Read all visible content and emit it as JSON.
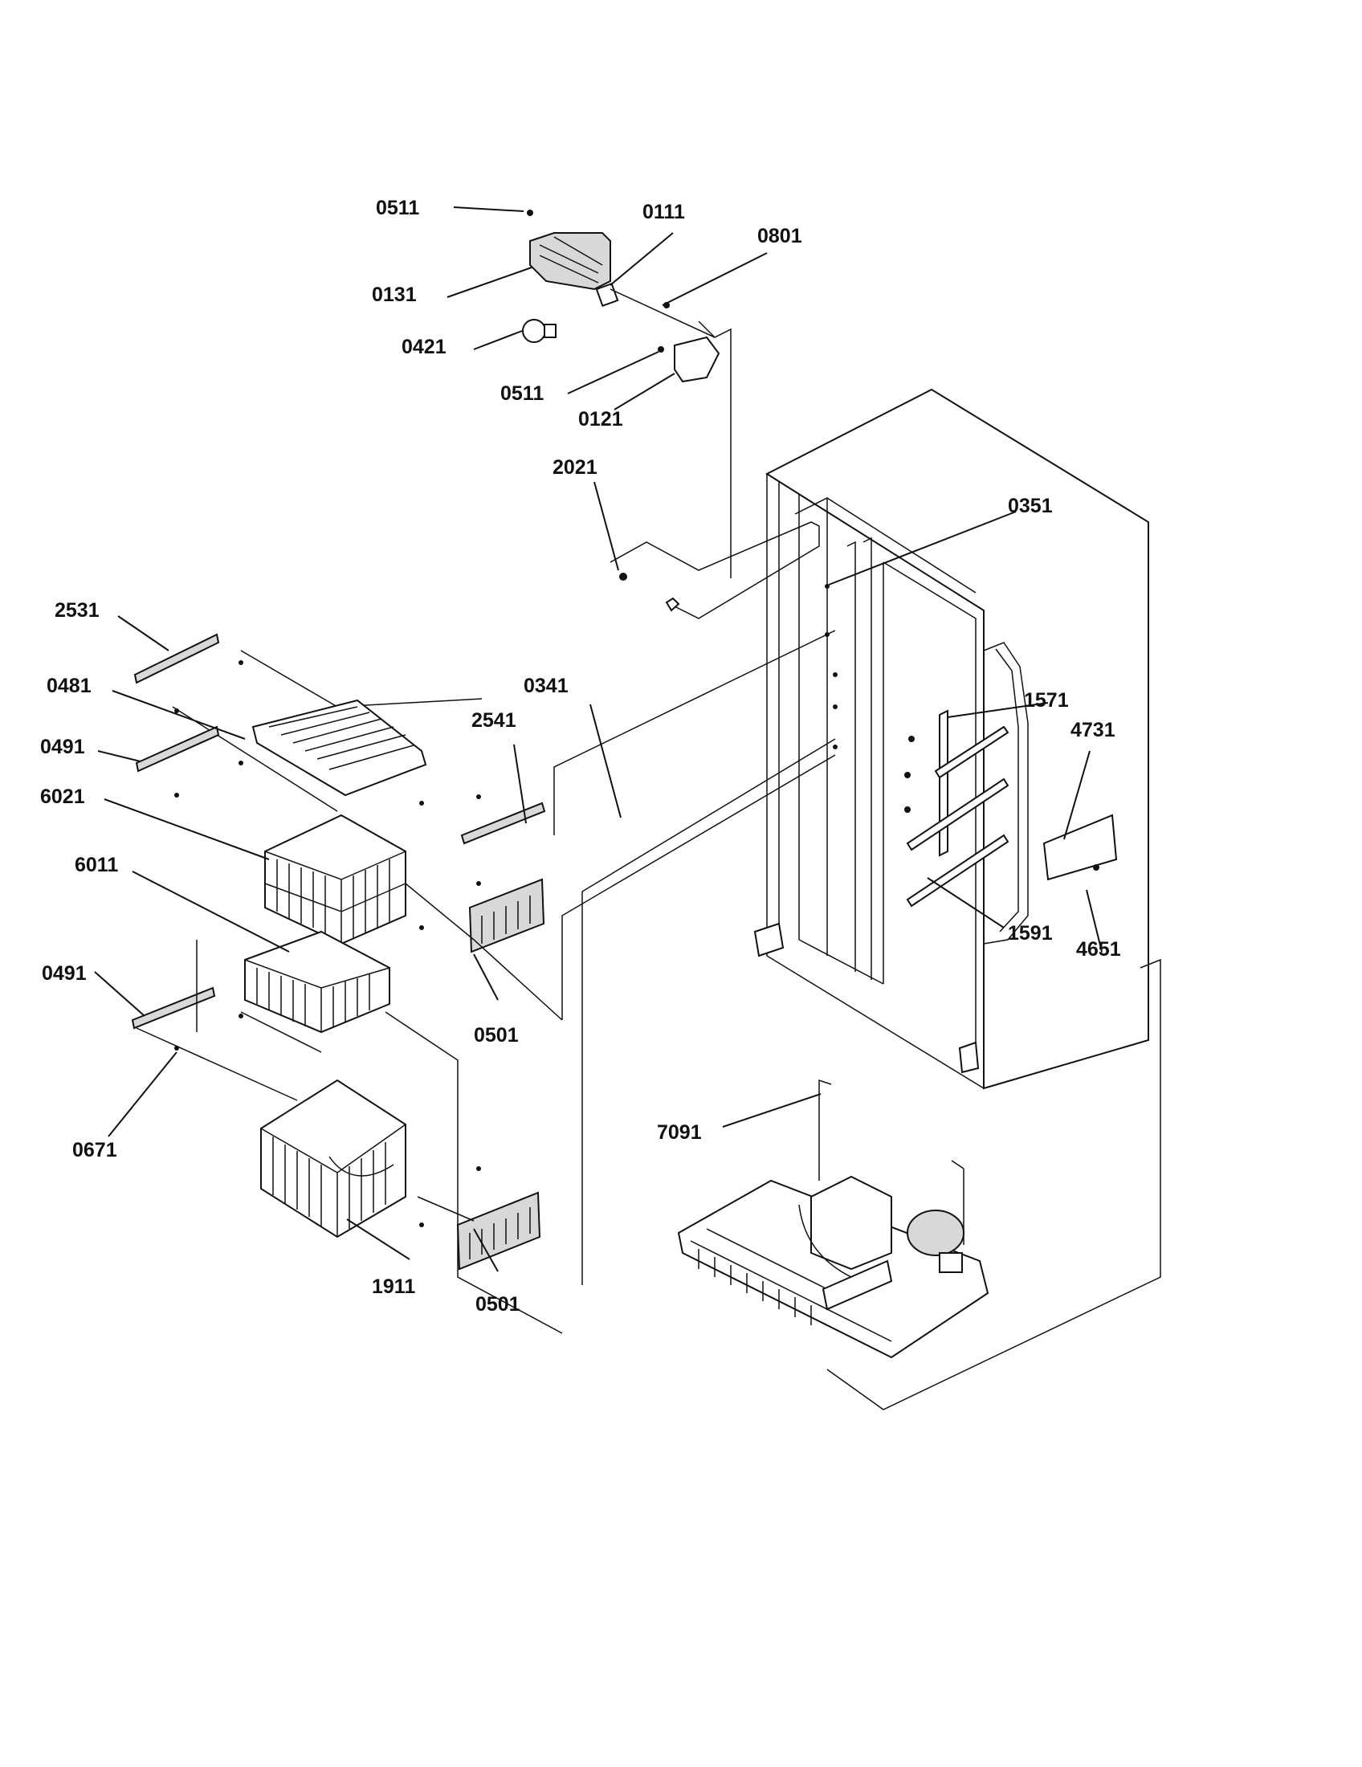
{
  "diagram": {
    "callouts": [
      {
        "id": "c1",
        "text": "0511"
      },
      {
        "id": "c2",
        "text": "0111"
      },
      {
        "id": "c3",
        "text": "0801"
      },
      {
        "id": "c4",
        "text": "0131"
      },
      {
        "id": "c5",
        "text": "0421"
      },
      {
        "id": "c6",
        "text": "0511"
      },
      {
        "id": "c7",
        "text": "0121"
      },
      {
        "id": "c8",
        "text": "2021"
      },
      {
        "id": "c9",
        "text": "0351"
      },
      {
        "id": "c10",
        "text": "2531"
      },
      {
        "id": "c11",
        "text": "0481"
      },
      {
        "id": "c12",
        "text": "0341"
      },
      {
        "id": "c13",
        "text": "2541"
      },
      {
        "id": "c14",
        "text": "0491"
      },
      {
        "id": "c15",
        "text": "6021"
      },
      {
        "id": "c16",
        "text": "1571"
      },
      {
        "id": "c17",
        "text": "4731"
      },
      {
        "id": "c18",
        "text": "6011"
      },
      {
        "id": "c19",
        "text": "1591"
      },
      {
        "id": "c20",
        "text": "4651"
      },
      {
        "id": "c21",
        "text": "0491"
      },
      {
        "id": "c22",
        "text": "0501"
      },
      {
        "id": "c23",
        "text": "0671"
      },
      {
        "id": "c24",
        "text": "7091"
      },
      {
        "id": "c25",
        "text": "1911"
      },
      {
        "id": "c26",
        "text": "0501"
      }
    ]
  }
}
